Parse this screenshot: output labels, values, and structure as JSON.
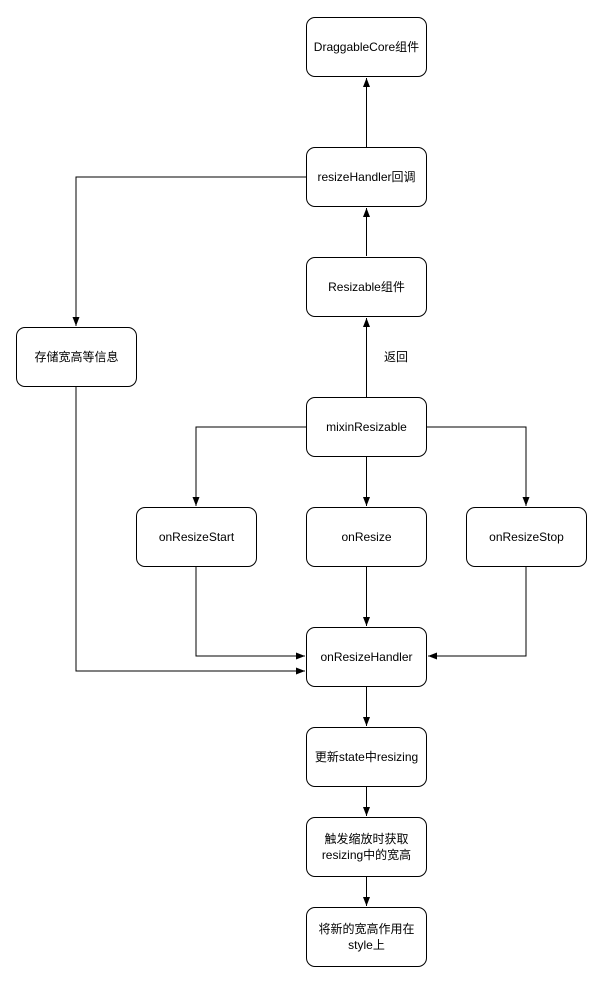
{
  "nodes": {
    "draggable_core": "DraggableCore组件",
    "resize_handler_callback": "resizeHandler回调",
    "resizable": "Resizable组件",
    "store_size": "存储宽高等信息",
    "mixin_resizable": "mixinResizable",
    "on_resize_start": "onResizeStart",
    "on_resize": "onResize",
    "on_resize_stop": "onResizeStop",
    "on_resize_handler": "onResizeHandler",
    "update_state": "更新state中resizing",
    "trigger_get": "触发缩放时获取\nresizing中的宽高",
    "apply_style": "将新的宽高作用在\nstyle上"
  },
  "edge_labels": {
    "return": "返回"
  },
  "colors": {
    "stroke": "#000000",
    "background": "#ffffff"
  }
}
